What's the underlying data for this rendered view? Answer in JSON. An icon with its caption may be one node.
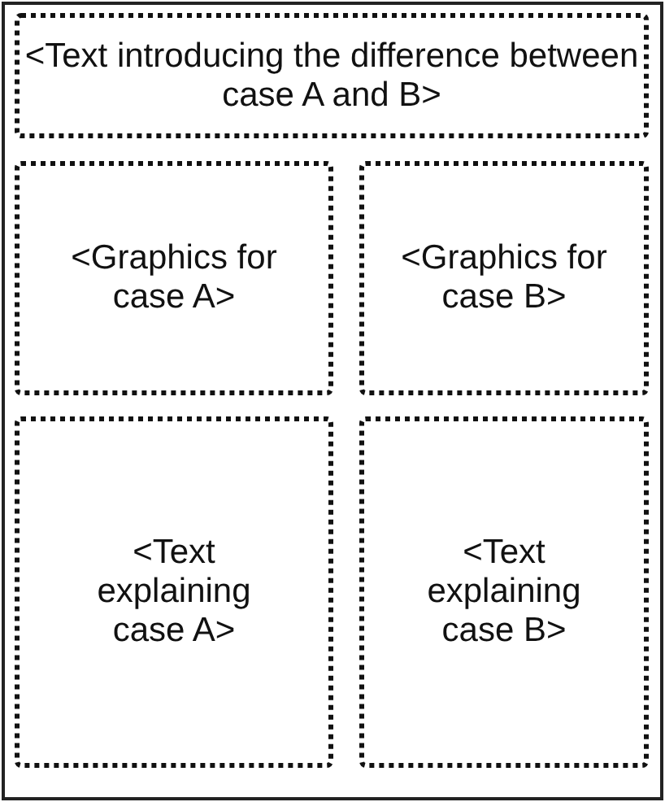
{
  "diagram": {
    "nodes": [
      {
        "text": [],
        "shape": "box"
      },
      {
        "text": [
          "<Text introducing the difference between case A and B>"
        ],
        "in": 0
      },
      {
        "text": [
          "<Graphics for case A>"
        ],
        "in": 0
      },
      {
        "text": [
          "<Graphics for case B>"
        ],
        "in": 0
      },
      {
        "text": [
          "<Text explaining case A>"
        ],
        "in": 0
      },
      {
        "text": [
          "<Text explaining case B>"
        ],
        "in": 0
      }
    ],
    "edges": []
  }
}
